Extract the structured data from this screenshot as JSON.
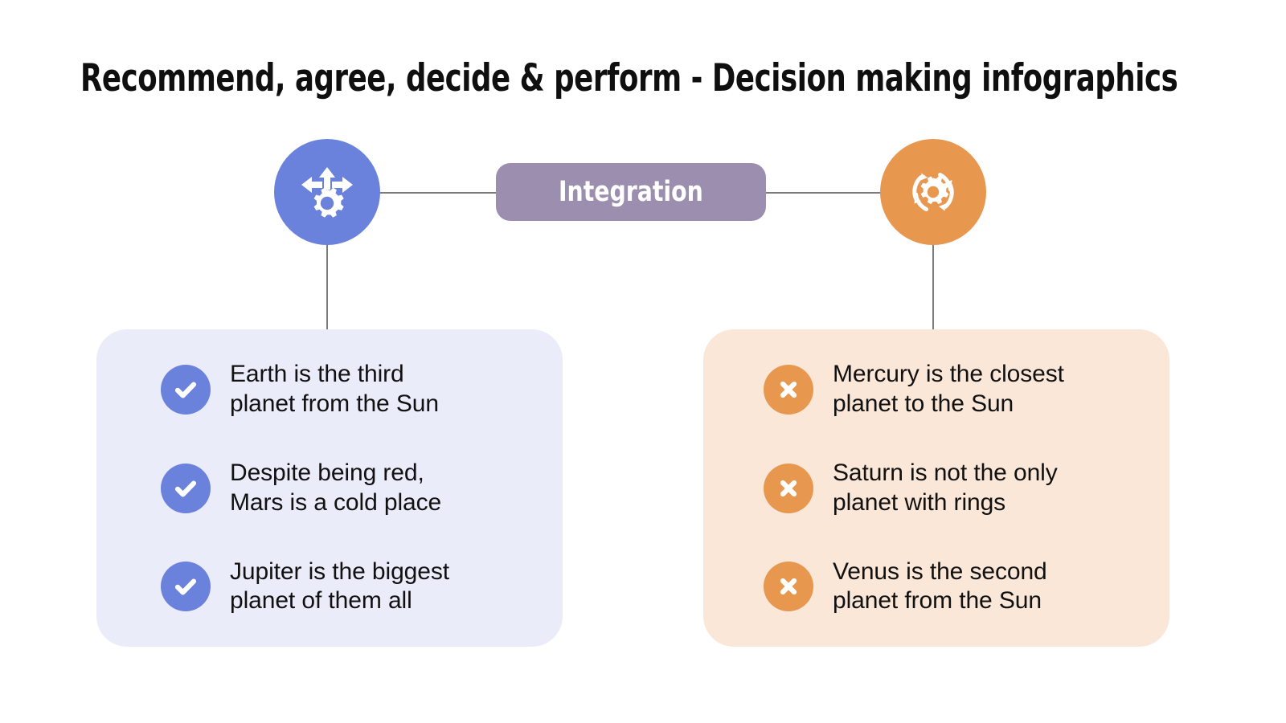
{
  "slide": {
    "title": "Recommend, agree, decide & perform - Decision making infographics",
    "background_color": "#ffffff"
  },
  "center_badge": {
    "label": "Integration",
    "color": "#9c8eae",
    "text_color": "#ffffff"
  },
  "nodes": [
    {
      "id": "left",
      "icon": "gear-arrows-icon",
      "color": "#6b82dd"
    },
    {
      "id": "right",
      "icon": "gear-cycle-icon",
      "color": "#e8974f"
    }
  ],
  "cards": [
    {
      "id": "left",
      "background_color": "#ebecfa",
      "accent_color": "#6b82dd",
      "icon": "check-circle-icon",
      "items": [
        {
          "text": "Earth is the third\nplanet from the Sun"
        },
        {
          "text": "Despite being red,\nMars is a cold place"
        },
        {
          "text": "Jupiter is the biggest\nplanet of them all"
        }
      ]
    },
    {
      "id": "right",
      "background_color": "#fae7d8",
      "accent_color": "#e8974f",
      "icon": "cross-circle-icon",
      "items": [
        {
          "text": "Mercury is the closest\nplanet to the Sun"
        },
        {
          "text": "Saturn is not the only\nplanet with rings"
        },
        {
          "text": "Venus is the second\nplanet from the Sun"
        }
      ]
    }
  ]
}
